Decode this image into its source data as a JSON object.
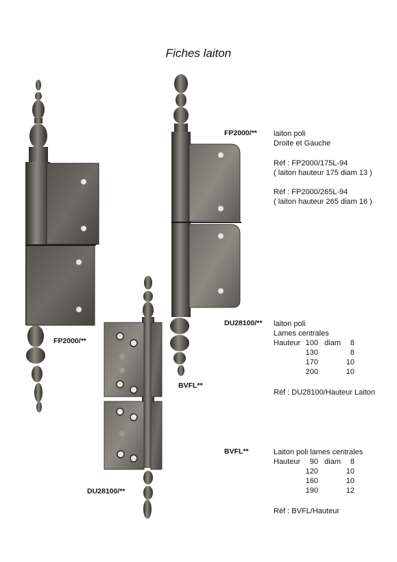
{
  "title": "Fiches laiton",
  "fp2000": {
    "code": "FP2000/**",
    "line1": "laiton poli",
    "line2": "Droite et Gauche",
    "ref1": "Réf : FP2000/175L-94",
    "ref1_detail": "( laiton hauteur 175 diam 13 )",
    "ref2": "Réf : FP2000/265L-94",
    "ref2_detail": "( laiton hauteur 265 diam 16 )"
  },
  "du28100": {
    "code": "DU28100/**",
    "line1": "laiton poli",
    "line2": "Lames centrales",
    "rows": [
      {
        "label": "Hauteur",
        "h": "100",
        "dlabel": "diam",
        "d": "8"
      },
      {
        "label": "",
        "h": "130",
        "dlabel": "",
        "d": "8"
      },
      {
        "label": "",
        "h": "170",
        "dlabel": "",
        "d": "10"
      },
      {
        "label": "",
        "h": "200",
        "dlabel": "",
        "d": "10"
      }
    ],
    "ref": "Réf : DU28100/Hauteur Laiton"
  },
  "bvfl": {
    "code": "BVFL**",
    "line1": "Laiton poli lames centrales",
    "rows": [
      {
        "label": "Hauteur",
        "h": "90",
        "dlabel": "diam",
        "d": "8"
      },
      {
        "label": "",
        "h": "120",
        "dlabel": "",
        "d": "10"
      },
      {
        "label": "",
        "h": "160",
        "dlabel": "",
        "d": "10"
      },
      {
        "label": "",
        "h": "190",
        "dlabel": "",
        "d": "12"
      }
    ],
    "ref": "Réf : BVFL/Hauteur"
  },
  "photo_labels": {
    "fp2000": "FP2000/**",
    "bvfl": "BVFL**",
    "du28100": "DU28100/**"
  },
  "colors": {
    "brass_dark": "#3a3833",
    "brass_mid": "#6c6a64",
    "brass_light": "#b3b0a8"
  }
}
